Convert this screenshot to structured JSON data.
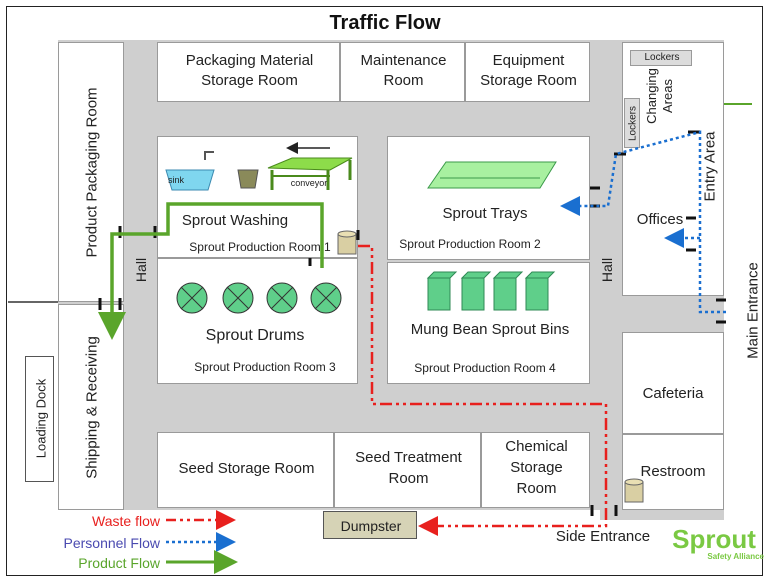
{
  "title": "Traffic Flow",
  "rooms": {
    "packaging_storage": "Packaging Material Storage Room",
    "packaging_storage_l1": "Packaging Material",
    "packaging_storage_l2": "Storage Room",
    "maintenance_l1": "Maintenance",
    "maintenance_l2": "Room",
    "equipment_l1": "Equipment",
    "equipment_l2": "Storage Room",
    "lockers_top": "Lockers",
    "lockers_side": "Lockers",
    "changing_l1": "Changing",
    "changing_l2": "Areas",
    "entry_area": "Entry Area",
    "offices": "Offices",
    "product_packaging": "Product Packaging Room",
    "hall_left": "Hall",
    "hall_right": "Hall",
    "shipping": "Shipping & Receiving",
    "loading_dock": "Loading Dock",
    "sprout_washing": "Sprout Washing",
    "room1": "Sprout Production Room 1",
    "sprout_trays": "Sprout Trays",
    "room2": "Sprout Production Room 2",
    "sprout_drums": "Sprout Drums",
    "room3": "Sprout Production Room 3",
    "mung_bins": "Mung Bean Sprout Bins",
    "room4": "Sprout Production Room 4",
    "main_entrance": "Main Entrance",
    "cafeteria": "Cafeteria",
    "restroom": "Restroom",
    "seed_storage": "Seed Storage Room",
    "seed_treatment_l1": "Seed Treatment",
    "seed_treatment_l2": "Room",
    "chemical_l1": "Chemical",
    "chemical_l2": "Storage",
    "chemical_l3": "Room",
    "dumpster": "Dumpster",
    "side_entrance": "Side Entrance"
  },
  "equipment": {
    "sink": "sink",
    "conveyor": "conveyor"
  },
  "legend": {
    "waste": "Waste flow",
    "personnel": "Personnel Flow",
    "product": "Product Flow"
  },
  "logo": {
    "brand": "Sprout",
    "sub": "Safety Alliance"
  },
  "colors": {
    "waste": "#e8201e",
    "personnel": "#1a6fd0",
    "product": "#5aa52b",
    "wall": "#c8c8c8",
    "equipment_green": "#5fcf8a",
    "conveyor_green": "#7ac943"
  }
}
